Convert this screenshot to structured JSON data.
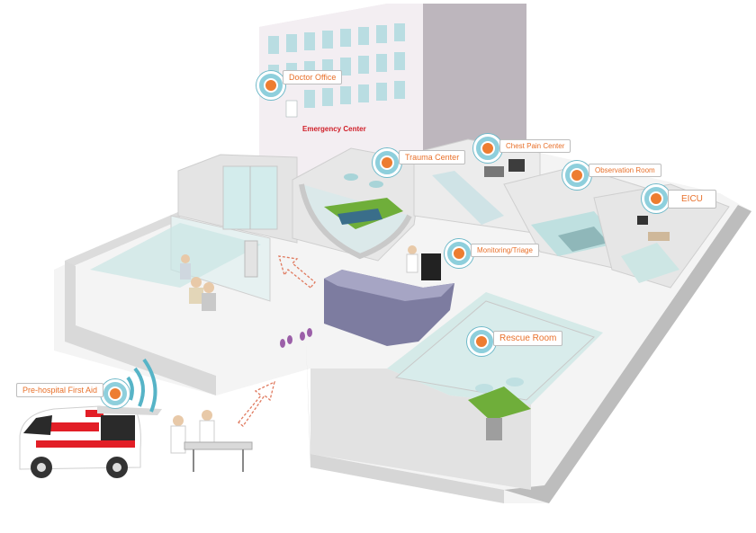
{
  "building": {
    "sign": "Emergency Center"
  },
  "hotspots": [
    {
      "id": "doctor-office",
      "label": "Doctor  Office"
    },
    {
      "id": "trauma-center",
      "label": "Trauma Center"
    },
    {
      "id": "chest-pain-center",
      "label": "Chest Pain Center"
    },
    {
      "id": "observation-room",
      "label": "Observation Room"
    },
    {
      "id": "eicu",
      "label": "EICU"
    },
    {
      "id": "monitoring-triage",
      "label": "Monitoring/Triage"
    },
    {
      "id": "rescue-room",
      "label": "Rescue Room"
    },
    {
      "id": "pre-hospital-first-aid",
      "label": "Pre-hospital First Aid"
    }
  ],
  "colors": {
    "accent_orange": "#ed7d31",
    "pin_teal": "#8ecfdc",
    "sign_red": "#d0202a",
    "building_gray": "#b9b4b9",
    "floor_light": "#f2f2f2",
    "glass": "#c8e8e6",
    "bed_green": "#8dc63f",
    "desk_purple": "#6d6c90"
  }
}
